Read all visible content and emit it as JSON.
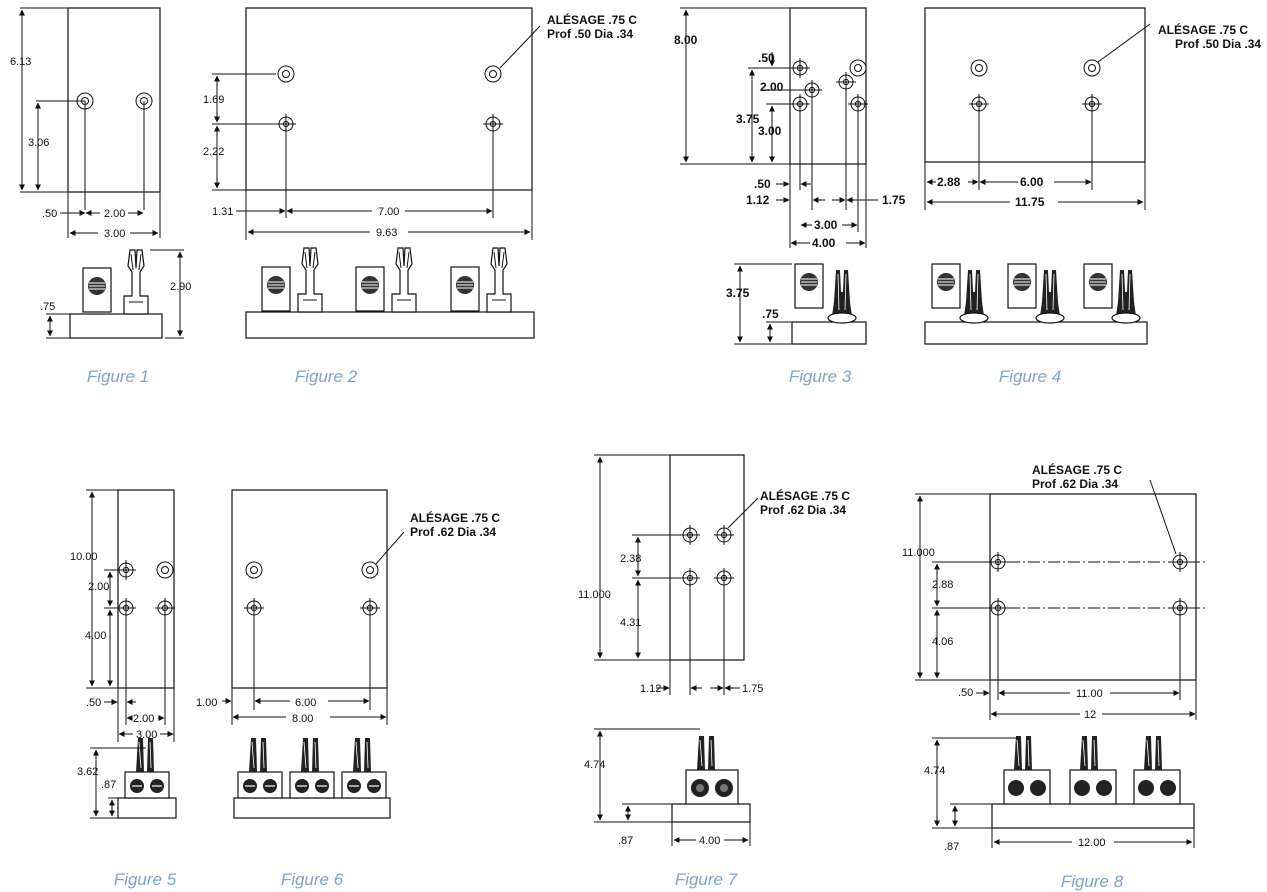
{
  "figures": [
    {
      "caption": "Figure 1",
      "dims": [
        "6.13",
        "3.06",
        ".50",
        "2.00",
        "3.00",
        ".75",
        "2.90"
      ]
    },
    {
      "caption": "Figure 2",
      "dims": [
        "1.69",
        "2.22",
        "1.31",
        "7.00",
        "9.63"
      ],
      "note1": "ALÉSAGE .75 C",
      "note2": "Prof .50 Dia .34"
    },
    {
      "caption": "Figure 3",
      "dims": [
        "8.00",
        ".50",
        "2.00",
        "3.75",
        "3.00",
        ".50",
        "1.12",
        "1.75",
        "3.00",
        "4.00",
        "3.75",
        ".75"
      ]
    },
    {
      "caption": "Figure 4",
      "dims": [
        "2.88",
        "6.00",
        "11.75"
      ],
      "note1": "ALÉSAGE .75 C",
      "note2": "Prof .50 Dia .34"
    },
    {
      "caption": "Figure 5",
      "dims": [
        "10.00",
        "2.00",
        "4.00",
        ".50",
        "2.00",
        "3.00",
        "3.62",
        ".87"
      ]
    },
    {
      "caption": "Figure 6",
      "dims": [
        "1.00",
        "6.00",
        "8.00"
      ],
      "note1": "ALÉSAGE .75 C",
      "note2": "Prof .62 Dia .34"
    },
    {
      "caption": "Figure 7",
      "dims": [
        "11.000",
        "2.38",
        "4.31",
        "1.12",
        "1.75",
        "4.74",
        ".87",
        "4.00"
      ],
      "note1": "ALÉSAGE .75 C",
      "note2": "Prof .62 Dia .34"
    },
    {
      "caption": "Figure 8",
      "dims": [
        "11.000",
        "2.88",
        "4.06",
        ".50",
        "11.00",
        "12",
        "4.74",
        ".87",
        "12.00"
      ],
      "note1": "ALÉSAGE .75 C",
      "note2": "Prof .62 Dia .34"
    }
  ]
}
